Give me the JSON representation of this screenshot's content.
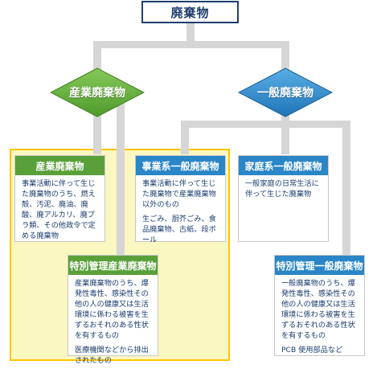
{
  "root": {
    "label": "廃棄物"
  },
  "industrial_group": {
    "label": "産業廃棄物",
    "color": "#6ab33c"
  },
  "general_group": {
    "label": "一般廃棄物",
    "color": "#2e8bd0"
  },
  "region_color": "#fbf7c0",
  "region_border": "#ffc400",
  "cards": {
    "industrial": {
      "title": "産業廃棄物",
      "text": "事業活動に伴って生じた廃棄物のうち、燃え殻、汚泥、廃油、廃酸、廃アルカリ、廃プラ類、その他政令で定める廃棄物"
    },
    "special_industrial": {
      "title": "特別管理産業廃棄物",
      "text": "産業廃棄物のうち、爆発性毒性、感染性その他の人の健康又は生活環境に係わる被害を生ずるおそれのある性状を有するもの",
      "note": "医療機関などから排出されたもの"
    },
    "business_general": {
      "title": "事業系一般廃棄物",
      "text": "事業活動に伴って生じた廃棄物で産業廃棄物以外のもの",
      "note": "生ごみ、厨芥ごみ、食品廃棄物、古紙、段ボール"
    },
    "household_general": {
      "title": "家庭系一般廃棄物",
      "text": "一般家庭の日常生活に伴って生じた廃棄物"
    },
    "special_general": {
      "title": "特別管理一般廃棄物",
      "text": "一般廃棄物のうち、爆発性毒性、感染性その他の人の健康又は生活環境に係わる被害を生ずるおそれのある性状を有するもの",
      "note": "PCB 使用部品など"
    }
  }
}
